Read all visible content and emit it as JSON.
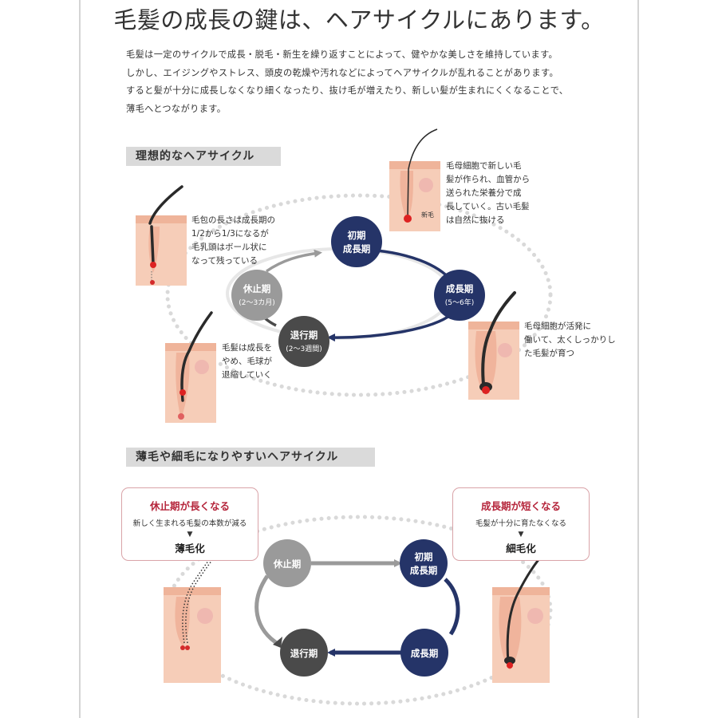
{
  "title": "毛髪の成長の鍵は、ヘアサイクルにあります。",
  "intro": [
    "毛髪は一定のサイクルで成長・脱毛・新生を繰り返すことによって、健やかな美しさを維持しています。",
    "しかし、エイジングやストレス、頭皮の乾燥や汚れなどによってヘアサイクルが乱れることがあります。",
    "すると髪が十分に成長しなくなり細くなったり、抜け毛が増えたり、新しい髪が生まれにくくなることで、",
    "薄毛へとつながります。"
  ],
  "ideal": {
    "heading": "理想的なヘアサイクル",
    "stages": {
      "early": {
        "line1": "初期",
        "line2": "成長期"
      },
      "growth": {
        "line1": "成長期",
        "line2": "(5〜6年)"
      },
      "regression": {
        "line1": "退行期",
        "line2": "(2〜3週間)"
      },
      "rest": {
        "line1": "休止期",
        "line2": "(2〜3カ月)"
      }
    },
    "notes": {
      "rest": [
        "毛包の長さは成長期の",
        "1/2から1/3になるが",
        "毛乳頭はボール状に",
        "なって残っている"
      ],
      "early": [
        "毛母細胞で新しい毛",
        "髪が作られ、血管から",
        "送られた栄養分で成",
        "長していく。古い毛髪",
        "は自然に抜ける"
      ],
      "early_tag": "新毛",
      "growth": [
        "毛母細胞が活発に",
        "働いて、太くしっかりし",
        "た毛髪が育つ"
      ],
      "regression": [
        "毛髪は成長を",
        "やめ、毛球が",
        "退縮していく"
      ]
    }
  },
  "problem": {
    "heading": "薄毛や細毛になりやすいヘアサイクル",
    "stages": {
      "rest": "休止期",
      "early": {
        "line1": "初期",
        "line2": "成長期"
      },
      "growth": "成長期",
      "regression": "退行期"
    },
    "left_callout": {
      "title": "休止期が長くなる",
      "desc": "新しく生まれる毛髪の本数が減る",
      "arrow": "▼",
      "result": "薄毛化"
    },
    "right_callout": {
      "title": "成長期が短くなる",
      "desc": "毛髪が十分に育たなくなる",
      "arrow": "▼",
      "result": "細毛化"
    }
  },
  "colors": {
    "navy": "#253468",
    "gray_stage": "#9a9a9a",
    "dark_stage": "#4a4a4a",
    "skin": "#f4c4ac",
    "band": "#dadada",
    "accent_red": "#b5253b"
  }
}
